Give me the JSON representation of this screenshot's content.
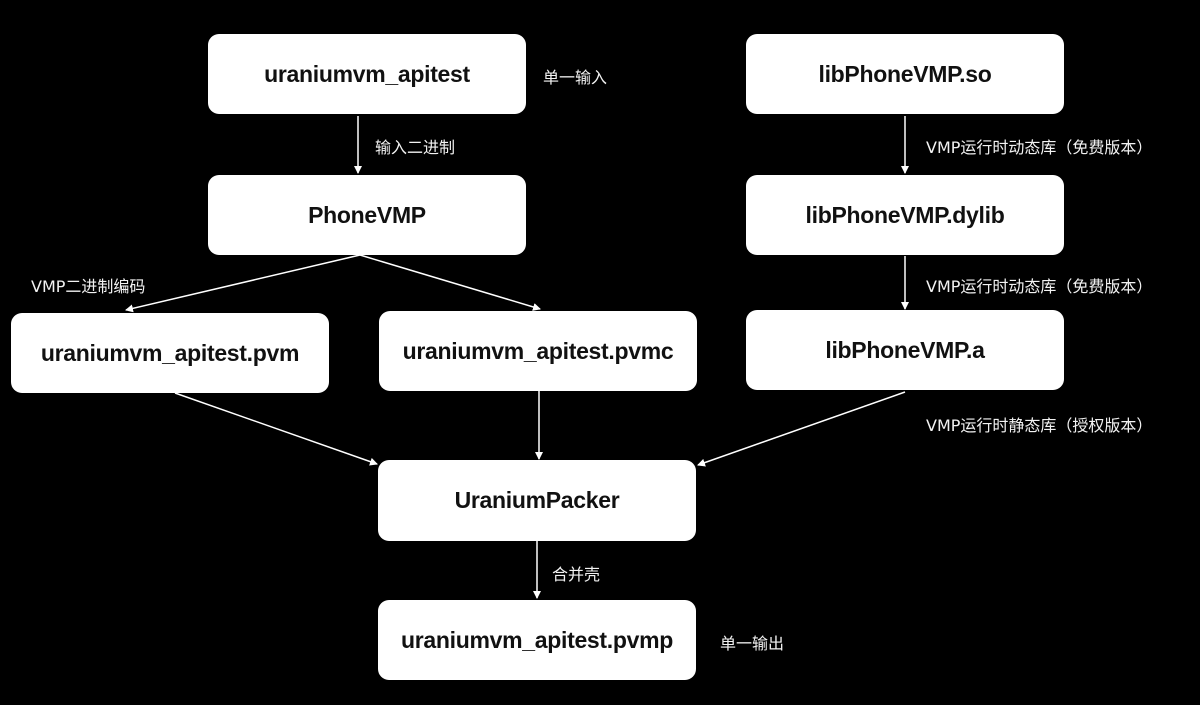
{
  "nodes": {
    "apitest": "uraniumvm_apitest",
    "phonevmp": "PhoneVMP",
    "pvm": "uraniumvm_apitest.pvm",
    "pvmc": "uraniumvm_apitest.pvmc",
    "packer": "UraniumPacker",
    "pvmp": "uraniumvm_apitest.pvmp",
    "lib_so": "libPhoneVMP.so",
    "lib_dylib": "libPhoneVMP.dylib",
    "lib_a": "libPhoneVMP.a"
  },
  "labels": {
    "single_input": "单一输入",
    "input_binary": "输入二进制",
    "vmp_binary_encoding": "VMP二进制编码",
    "runtime_dynamic_free_1": "VMP运行时动态库（免费版本）",
    "runtime_dynamic_free_2": "VMP运行时动态库（免费版本）",
    "runtime_static_licensed": "VMP运行时静态库（授权版本）",
    "merge_shell": "合并壳",
    "single_output": "单一输出"
  },
  "edges": [
    {
      "from": "apitest",
      "to": "phonevmp",
      "label": "input_binary"
    },
    {
      "from": "phonevmp",
      "to": "pvm",
      "label": "vmp_binary_encoding"
    },
    {
      "from": "phonevmp",
      "to": "pvmc"
    },
    {
      "from": "pvm",
      "to": "packer"
    },
    {
      "from": "pvmc",
      "to": "packer"
    },
    {
      "from": "lib_a",
      "to": "packer",
      "label": "runtime_static_licensed"
    },
    {
      "from": "lib_so",
      "to": "lib_dylib",
      "label": "runtime_dynamic_free_1"
    },
    {
      "from": "lib_dylib",
      "to": "lib_a",
      "label": "runtime_dynamic_free_2"
    },
    {
      "from": "packer",
      "to": "pvmp",
      "label": "merge_shell"
    }
  ]
}
